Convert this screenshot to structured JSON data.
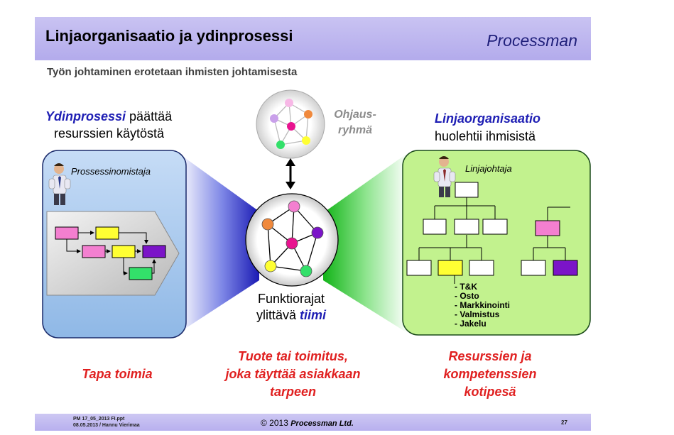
{
  "header": {
    "title": "Linjaorganisaatio ja ydinprosessi",
    "brand": "Processman"
  },
  "subtitle": "Työn johtaminen erotetaan ihmisten johtamisesta",
  "left": {
    "heading_em": "Ydinprosessi",
    "heading_rest": " päättää",
    "heading_line2": "resurssien käytöstä",
    "role_label": "Prossessinomistaja",
    "caption": "Tapa toimia"
  },
  "center": {
    "steering_line1": "Ohjaus-",
    "steering_line2": "ryhmä",
    "team_line1": "Funktiorajat",
    "team_line2_prefix": "ylittävä ",
    "team_line2_em": "tiimi",
    "caption_line1": "Tuote tai toimitus,",
    "caption_line2": "joka täyttää asiakkaan",
    "caption_line3": "tarpeen"
  },
  "right": {
    "heading_em": "Linjaorganisaatio",
    "heading_line2": "huolehtii ihmisistä",
    "role_label": "Linjajohtaja",
    "departments": [
      "- T&K",
      "- Osto",
      "- Markkinointi",
      "- Valmistus",
      "- Jakelu"
    ],
    "caption_line1": "Resurssien ja",
    "caption_line2": "kompetenssien",
    "caption_line3": "kotipesä"
  },
  "footer": {
    "file": "PM 17_05_2013 FI.ppt",
    "date_author": "08.05.2013 / Hannu Vierimaa",
    "copyright": "© 2013 ",
    "company": "Processman Ltd.",
    "page": "27"
  },
  "colors": {
    "header_bg": "#b3abec",
    "heading_blue": "#1e1eb4",
    "accent_red": "#e02020",
    "process_panel": "#a9c9ee",
    "line_panel": "#c2f28e",
    "node_pink": "#f37fd0",
    "node_yellow": "#ffff33",
    "node_purple": "#7b14c8",
    "node_green": "#33e06a",
    "node_magenta": "#e8138f",
    "node_orange": "#f0893c"
  }
}
